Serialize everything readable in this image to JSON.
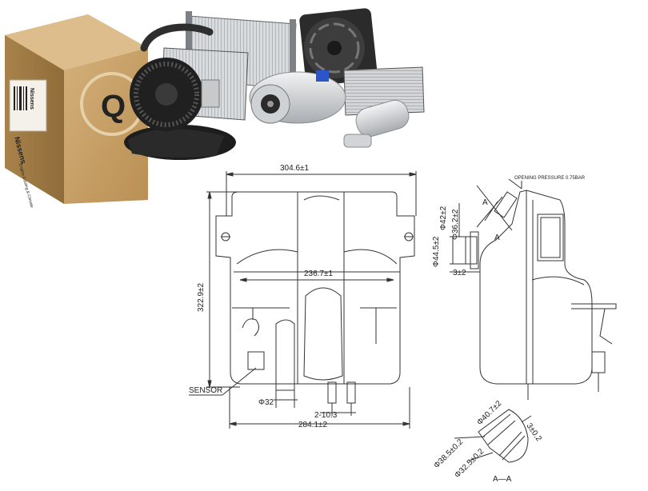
{
  "colors": {
    "box_cardboard": "#c9a56b",
    "box_shadow": "#a9844c",
    "box_label_blue": "#1d3f8f",
    "metal_light": "#d8dadc",
    "metal_dark": "#3a3a3a",
    "drawing_line": "#333333"
  },
  "box": {
    "brand": "Nissens",
    "side_text": "Engine Cooling & Climate",
    "logo_letter": "Q"
  },
  "drawing_front": {
    "width_total": "304.6±1",
    "height_total": "322.9±2",
    "inner_width": "236.7±1",
    "bottom_width": "284.1±2",
    "outlet_spec": "2-10.3",
    "sensor_dia": "Φ32",
    "sensor_label": "SENSOR"
  },
  "drawing_side": {
    "pressure_note": "OPENING PRESSURE 0.75BAR",
    "section_mark_1": "A",
    "section_mark_2": "A",
    "dia_42": "Φ42±2",
    "dia_36": "Φ36.2±2",
    "dia_44": "Φ44.5±2",
    "offset_3": "3±2"
  },
  "drawing_section": {
    "dia_40": "Φ40.7±2",
    "dia_38": "Φ38.5±0.2",
    "dia_32": "Φ32.5±0.2",
    "offset_3": "3±0.2",
    "section_label": "A—A"
  }
}
